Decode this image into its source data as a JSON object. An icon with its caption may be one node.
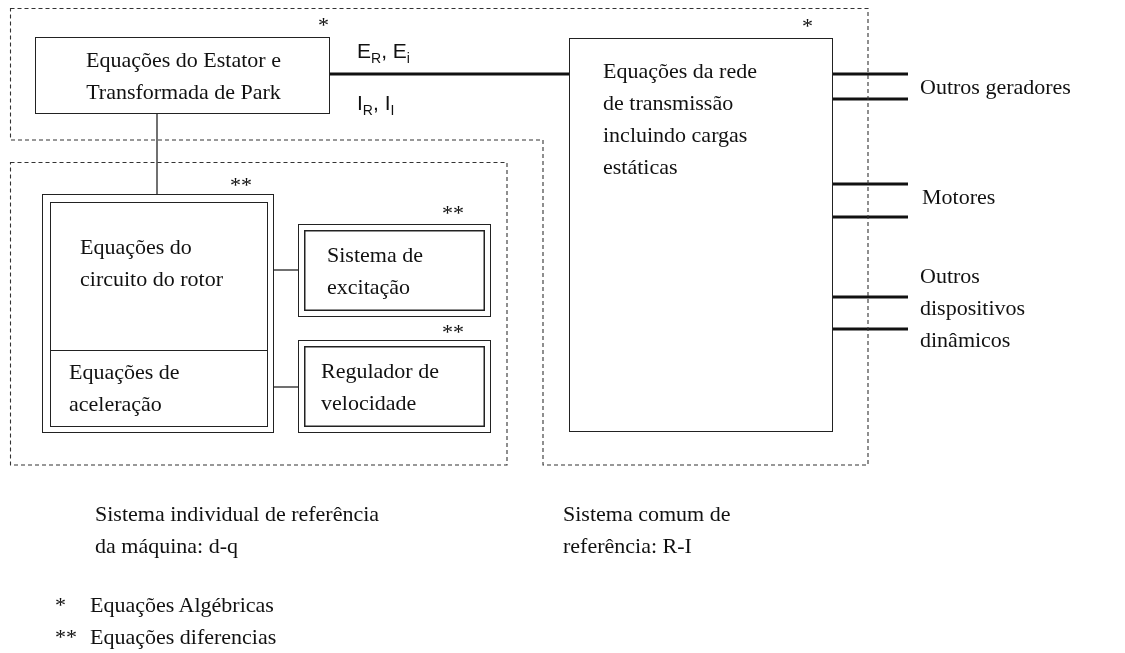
{
  "diagram": {
    "nodes": [
      {
        "text": [
          "Sistema comum de referência: R-I"
        ]
      },
      {
        "text": [
          "Equações do Estator e Transformada de Park"
        ],
        "in": 0,
        "beside": [
          "*"
        ]
      },
      {
        "text": [
          "Equações da rede de transmissão incluindo cargas estáticas"
        ],
        "in": 0,
        "beside": [
          "*"
        ]
      },
      {
        "text": [
          "Sistema individual de referência da máquina: d-q"
        ]
      },
      {
        "text": [],
        "shape": "box",
        "in": 3,
        "beside": [
          "**"
        ]
      },
      {
        "text": [
          "Equações do circuito do rotor"
        ],
        "in": 4
      },
      {
        "text": [
          "Equações de aceleração"
        ],
        "in": 4
      },
      {
        "text": [
          "Sistema de excitação"
        ],
        "in": 3,
        "beside": [
          "**"
        ]
      },
      {
        "text": [
          "Regulador de velocidade"
        ],
        "in": 3,
        "beside": [
          "**"
        ]
      },
      {
        "text": [
          "Outros geradores"
        ]
      },
      {
        "text": [
          "Motores"
        ]
      },
      {
        "text": [
          "Outros dispositivos dinâmicos"
        ]
      }
    ],
    "edges": [
      {
        "from": 1,
        "to": 2,
        "arrow": "none"
      },
      {
        "from": 1,
        "to": 4,
        "arrow": "none"
      },
      {
        "from": 4,
        "to": 7,
        "arrow": "none"
      },
      {
        "from": 4,
        "to": 8,
        "arrow": "none"
      },
      {
        "from": 2,
        "to": 9,
        "arrow": "none"
      },
      {
        "from": 2,
        "to": 9,
        "arrow": "none"
      },
      {
        "from": 2,
        "to": 10,
        "arrow": "none"
      },
      {
        "from": 2,
        "to": 10,
        "arrow": "none"
      },
      {
        "from": 2,
        "to": 11,
        "arrow": "none"
      },
      {
        "from": 2,
        "to": 11,
        "arrow": "none"
      }
    ],
    "labels": [
      "E$_{R}$,  E$_{i}$",
      "I$_{R}$, I$_{I}$",
      "*",
      "Equações Algébricas",
      "**",
      "Equações diferencias"
    ]
  }
}
